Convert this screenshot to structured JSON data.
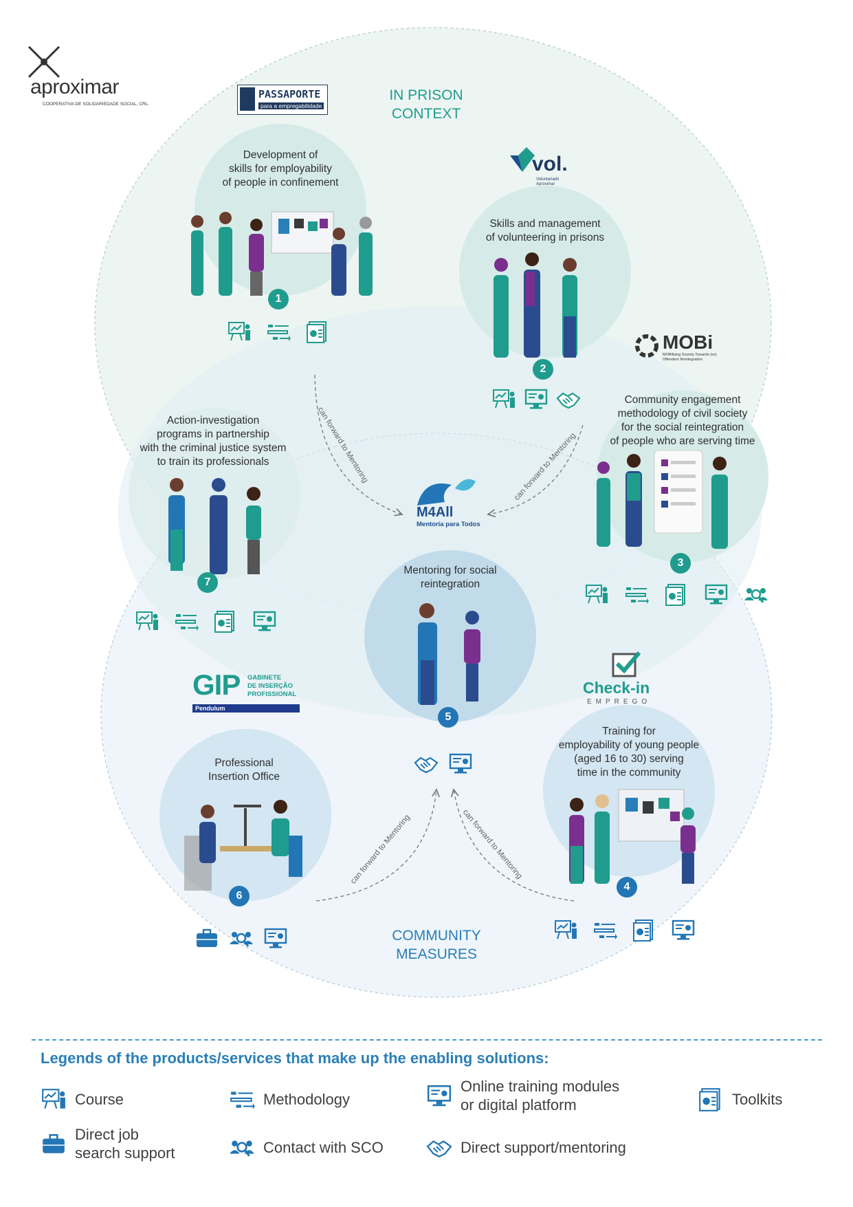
{
  "logos": {
    "aproximar": {
      "name": "aproximar",
      "tagline": "COOPERATIVA DE SOLIDARIEDADE SOCIAL, CRL."
    },
    "passaporte": {
      "name": "PASSAPORTE",
      "tagline": "para a empregabilidade"
    },
    "vol": {
      "name": "vol.",
      "tagline": "Voluntariado Aproximar"
    },
    "mobi": {
      "name": "MOBi",
      "tagline": "MOBilising Society Towards (ex) Offenders Reintegration"
    },
    "m4all": {
      "name": "M4All",
      "tagline": "Mentoria para Todos"
    },
    "gip": {
      "name": "GIP",
      "line1": "GABINETE",
      "line2": "DE INSERÇÃO",
      "line3": "PROFISSIONAL",
      "tagline": "Pendulum"
    },
    "checkin": {
      "name": "Check-in",
      "tagline": "EMPREGO"
    }
  },
  "contexts": {
    "prison": [
      "IN PRISON",
      "CONTEXT"
    ],
    "community": [
      "COMMUNITY",
      "MEASURES"
    ]
  },
  "nodes": [
    {
      "number": "1",
      "lines": [
        "Development of",
        "skills for employability",
        "of people in confinement"
      ]
    },
    {
      "number": "2",
      "lines": [
        "Skills and management",
        "of volunteering in prisons"
      ]
    },
    {
      "number": "3",
      "lines": [
        "Community engagement",
        "methodology of civil society",
        "for the social reintegration",
        "of people who are serving time"
      ]
    },
    {
      "number": "4",
      "lines": [
        "Training for",
        "employability of young people",
        "(aged 16 to 30) serving",
        "time in the community"
      ]
    },
    {
      "number": "5",
      "lines": [
        "Mentoring for social",
        "reintegration"
      ]
    },
    {
      "number": "6",
      "lines": [
        "Professional",
        "Insertion Office"
      ]
    },
    {
      "number": "7",
      "lines": [
        "Action-investigation",
        "programs in partnership",
        "with the criminal justice system",
        "to train its professionals"
      ]
    }
  ],
  "forward_label": "can forward to Mentoring",
  "legend": {
    "title": "Legends of the products/services that make up the enabling solutions:",
    "items": [
      {
        "icon": "course-icon",
        "lines": [
          "Course"
        ]
      },
      {
        "icon": "methodology-icon",
        "lines": [
          "Methodology"
        ]
      },
      {
        "icon": "online-training-icon",
        "lines": [
          "Online training modules",
          "or digital platform"
        ]
      },
      {
        "icon": "toolkits-icon",
        "lines": [
          "Toolkits"
        ]
      },
      {
        "icon": "job-search-icon",
        "lines": [
          "Direct job",
          "search support"
        ]
      },
      {
        "icon": "contact-sco-icon",
        "lines": [
          "Contact with SCO"
        ]
      },
      {
        "icon": "direct-support-icon",
        "lines": [
          "Direct support/mentoring"
        ]
      }
    ]
  },
  "colors": {
    "green": "#1f9c8e",
    "blue": "#2276b5",
    "light_green_circle": "#d6ebe7",
    "light_blue_circle": "#d3e6f2"
  }
}
